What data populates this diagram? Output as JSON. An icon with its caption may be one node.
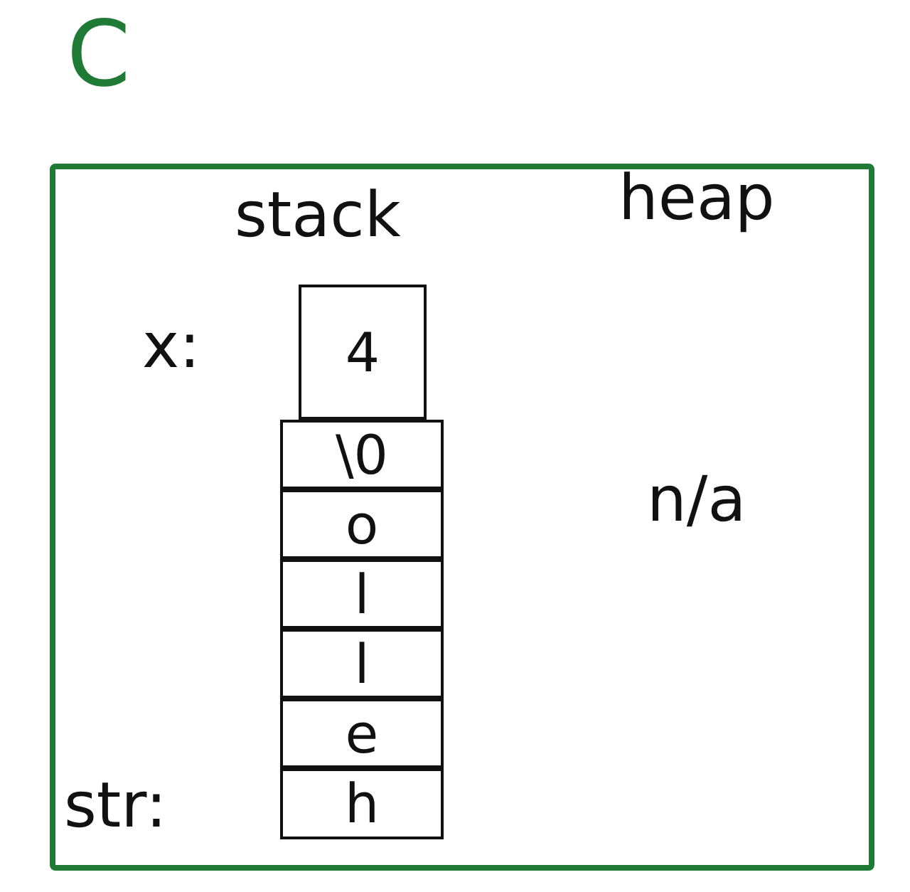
{
  "diagram": {
    "nodes": [
      {
        "text": [
          "C"
        ]
      },
      {
        "text": [
          "4"
        ],
        "in": 0
      },
      {
        "text": [
          "\\0"
        ],
        "in": 0
      },
      {
        "text": [
          "o"
        ],
        "in": 0
      },
      {
        "text": [
          "l"
        ],
        "in": 0
      },
      {
        "text": [
          "l"
        ],
        "in": 0
      },
      {
        "text": [
          "e"
        ],
        "in": 0
      },
      {
        "text": [
          "h"
        ],
        "in": 0
      }
    ],
    "edges": [],
    "labels": [
      "stack",
      "heap",
      "x:",
      "n/a",
      "str:"
    ]
  }
}
